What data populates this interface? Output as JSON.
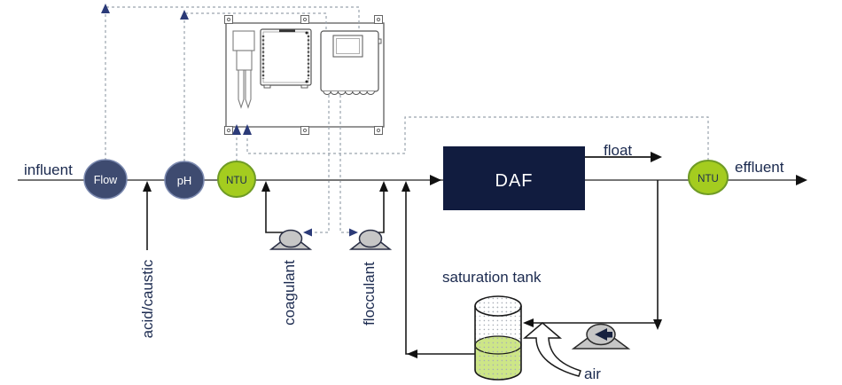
{
  "process": {
    "influent_label": "influent",
    "effluent_label": "effluent",
    "float_label": "float",
    "air_label": "air",
    "saturation_tank_label": "saturation tank",
    "daf_label": "DAF"
  },
  "dosing": {
    "acid_caustic_label": "acid/caustic",
    "coagulant_label": "coagulant",
    "flocculant_label": "flocculant"
  },
  "sensors": {
    "flow": "Flow",
    "ph": "pH",
    "ntu_influent": "NTU",
    "ntu_effluent": "NTU"
  },
  "colors": {
    "sensor_navy": "#3e4b70",
    "sensor_navy_border": "#7c8ab0",
    "sensor_green": "#a4cc1f",
    "sensor_green_border": "#6f9b25",
    "daf_fill": "#111c3f",
    "tank_liquid": "#cde687",
    "pump_gray": "#c6c6c6",
    "main_line_gray": "#767676",
    "line_black": "#1a1a1a",
    "signal_dash_gray": "#9aa3ad",
    "signal_arrow_blue": "#2b3a78",
    "label_navy": "#1b2a4f"
  }
}
